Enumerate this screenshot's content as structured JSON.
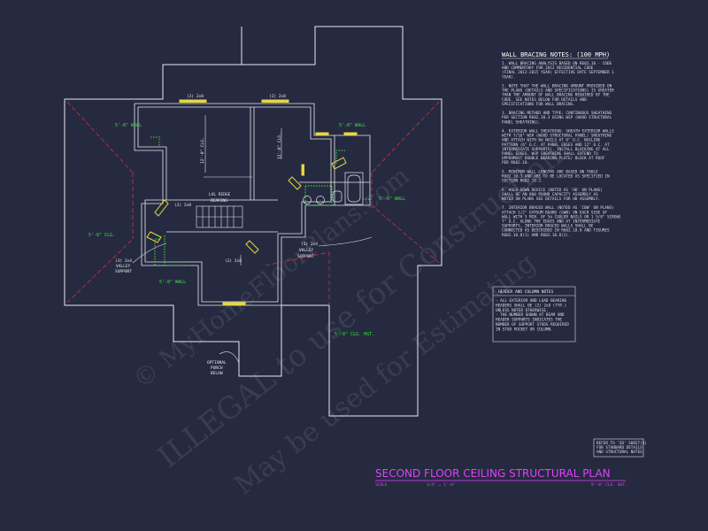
{
  "sheet": {
    "title": "SECOND FLOOR CEILING STRUCTURAL PLAN",
    "scale_label": "SCALE",
    "scale_value": "1/4\" = 1'-0\"",
    "ceiling_height": "9'-0\" CLG. HGT."
  },
  "watermark": {
    "line1": "© MyHomeFloorPlans.com",
    "line2": "ILLEGAL to use for Construction",
    "line3": "May be used for Estimating"
  },
  "plan_labels": {
    "header_top_left": "(2) 2x8",
    "header_top_right": "(2) 2x8",
    "wall_tl": "5'-8\" WALL",
    "wall_tr": "5'-8\" WALL",
    "wall_right": "5'-8\" WALL",
    "clg_left": "5'-8\" CLG.",
    "wall_bl": "5'-8\" WALL",
    "clg_right_low": "5'-8\" CLG. HGT.",
    "lvl_ridge_1": "LVL RIDGE",
    "lvl_ridge_2": "BEARING",
    "header_stair": "(2) 2x8",
    "header_mid": "(2) 2x8",
    "valley_left_1": "(3) 2x4",
    "valley_left_2": "VALLEY",
    "valley_left_3": "SUPPORT",
    "valley_right_1": "(3) 2x4",
    "valley_right_2": "VALLEY",
    "valley_right_3": "SUPPORT",
    "porch_1": "OPTIONAL",
    "porch_2": "PORCH",
    "porch_3": "BELOW",
    "dim_vertical_1": "12'-0\" CLG.",
    "dim_vertical_2": "12'-0\" CLG."
  },
  "wall_bracing": {
    "heading": "WALL BRACING NOTES: (100 MPH)",
    "notes": [
      "1. WALL BRACING ANALYSIS BASED ON R602.10 - CODE",
      "AND COMMENTARY FOR 2012 RESIDENTIAL CODE",
      "(FINAL 2012-2015 YEAR) EFFECTIVE DATE SEPTEMBER 1",
      "YEAR).",
      "",
      "2. NOTE THAT THE WALL BRACING AMOUNT PROVIDED ON",
      "THE PLANS (DETAILS AND SPECIFICATIONS) IS GREATER",
      "THAN THE AMOUNT OF WALL BRACING REQUIRED BY THE",
      "CODE. SEE NOTES BELOW FOR DETAILS AND",
      "SPECIFICATIONS FOR WALL BRACING.",
      "",
      "3. BRACING METHOD AND TYPE: CONTINUOUS SHEATHING",
      "PER SECTION R602.10.3 USING WSP (WOOD STRUCTURAL",
      "PANEL SHEATHING).",
      "",
      "4. EXTERIOR WALL SHEATHING: SHEATH EXTERIOR WALLS",
      "WITH 7/16\" WSP (WOOD STRUCTURAL PANEL) SHEATHING",
      "AND ATTACH WITH 8d NAILS AT 6\" O.C. NAILING",
      "PATTERN (6\" O.C. AT PANEL EDGES AND 12\" O.C. AT",
      "INTERMEDIATE SUPPORTS). INSTALL BLOCKING AT ALL",
      "PANEL EDGES. WSP SHEATHING SHALL EXTEND TO",
      "UPPERMOST DOUBLE BEARING PLATE/ BLOCK AT ROOF",
      "PER R602.10.",
      "",
      "5. MINIMUM WALL LENGTHS ARE BASED ON TABLE",
      "R602.10.1 AND ARE TO BE LOCATED AS SPECIFIED IN",
      "SECTION R602.10.3.",
      "",
      "6. HOLD-DOWN DEVICE (NOTED AS 'HD' ON PLANS)",
      "SHALL BE AN 800 POUND CAPACITY ASSEMBLY AS",
      "NOTED ON PLANS SEE DETAILS FOR HD ASSEMBLY.",
      "",
      "7. INTERIOR BRACED WALL (NOTED AS 'IBW' ON PLANS)",
      "ATTACH 1/2\" GYPSUM BOARD (GWB) ON EACH SIDE OF",
      "WALL WITH 5 MIN. OF 5d COOLER NAILS OR 1 5/8\" SCREWS",
      "7\" O.C. ALONG THE EDGES AND AT INTERMEDIATE",
      "SUPPORTS. INTERIOR BRACED WALLS SHALL BE",
      "CONNECTED AS DESCRIBED IN R602.10.8 AND FIGURES",
      "R602.10.8(1) AND R602.10.8(2)."
    ]
  },
  "header_column": {
    "heading": "HEADER AND COLUMN NOTES",
    "notes": [
      "- ALL EXTERIOR AND LOAD BEARING",
      "HEADERS SHALL BE (2) 2x8 (TYP.)",
      "UNLESS NOTED OTHERWISE.",
      "- THE NUMBER SHOWN AT BEAM AND",
      "HEADER SUPPORTS INDICATES THE",
      "NUMBER OF SUPPORT STUDS REQUIRED",
      "IN STUD POCKET OR COLUMN."
    ]
  },
  "refer_note": {
    "line1": "REFER TO 'SD' SHEET(S)",
    "line2": "FOR STANDARD DETAILS",
    "line3": "AND STRUCTURAL NOTES."
  },
  "colors": {
    "background": "#262a40",
    "linework": "#e8e8ee",
    "accent_green": "#39e639",
    "accent_magenta": "#e040fb",
    "accent_yellow": "#e6d840",
    "hip_red": "#d03040"
  }
}
